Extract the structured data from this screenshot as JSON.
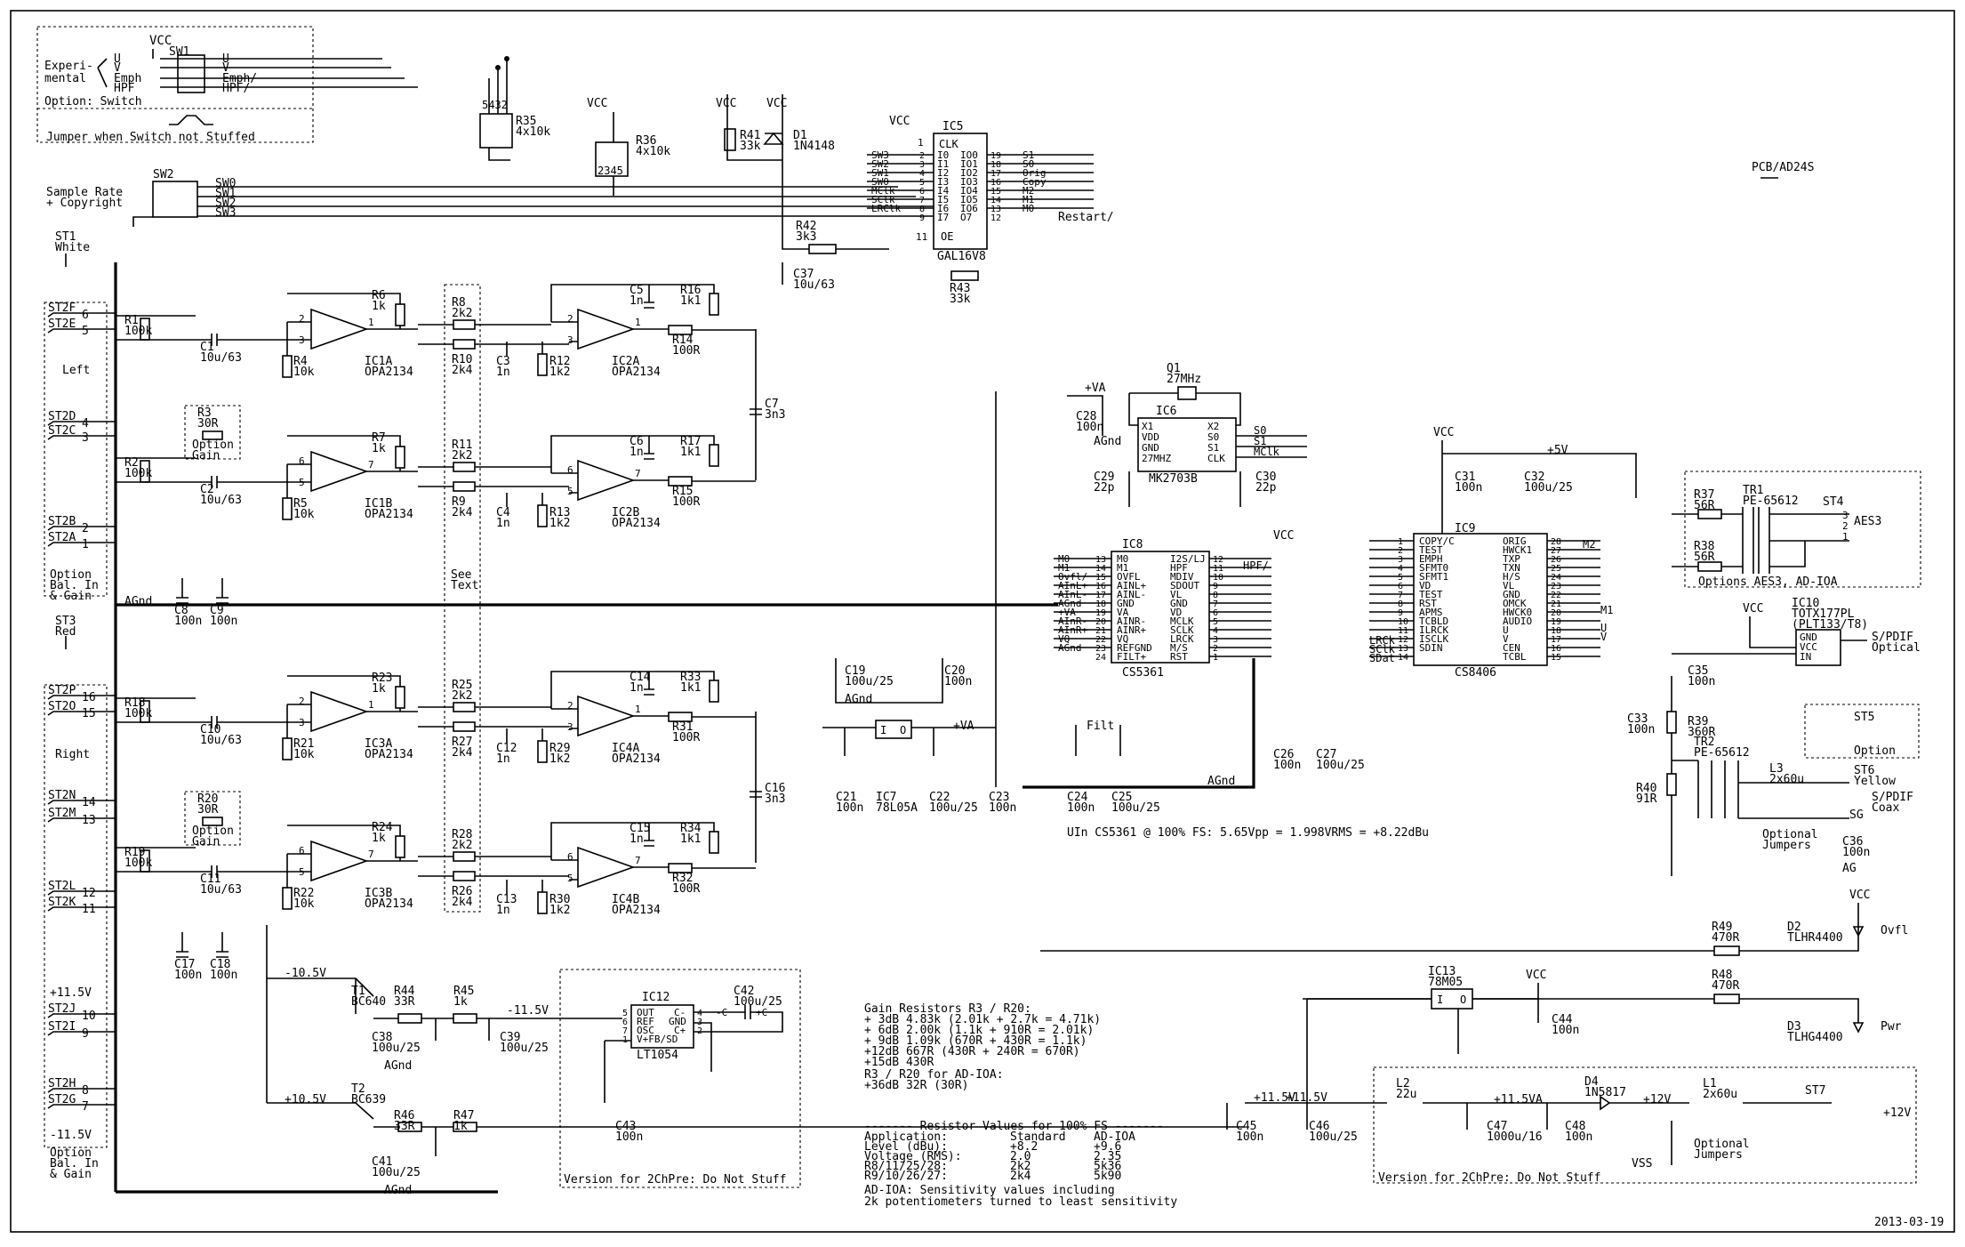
{
  "date": "2013-03-19",
  "board": "PCB/AD24S",
  "switch_block": {
    "vcc": "VCC",
    "name": "SW1",
    "label_exp1": "Experi-",
    "label_exp2": "mental",
    "pins": [
      "U",
      "V",
      "Emph",
      "HPF"
    ],
    "pins_r": [
      "U",
      "V",
      "Emph/",
      "HPF/"
    ],
    "option": "Option: Switch",
    "jumper": "Jumper when Switch not Stuffed"
  },
  "sample_rate": {
    "title1": "Sample Rate",
    "title2": "+ Copyright",
    "sw": "SW2",
    "lines": [
      "SW0",
      "SW1",
      "SW2",
      "SW3"
    ]
  },
  "resistor_arrays": {
    "r35": "R35",
    "r35v": "4x10k",
    "r35pins": "5432",
    "r36": "R36",
    "r36v": "4x10k",
    "r36pins": "2345"
  },
  "vcc_label": "VCC",
  "gal": {
    "name": "IC5",
    "part": "GAL16V8",
    "clk": "CLK",
    "oe": "OE",
    "left": [
      "SW3",
      "SW2",
      "SW1",
      "SW0",
      "MClk",
      "SClk",
      "LRClk"
    ],
    "lpins": [
      "2",
      "3",
      "4",
      "5",
      "6",
      "7",
      "8",
      "9"
    ],
    "io_in": [
      "I0",
      "I1",
      "I2",
      "I3",
      "I4",
      "I5",
      "I6",
      "I7"
    ],
    "io_out": [
      "IO0",
      "IO1",
      "IO2",
      "IO3",
      "IO4",
      "IO5",
      "IO6",
      "O7"
    ],
    "rpins": [
      "19",
      "18",
      "17",
      "16",
      "15",
      "14",
      "13",
      "12"
    ],
    "right": [
      "S1",
      "S0",
      "Orig",
      "Copy",
      "M2",
      "M1",
      "M0"
    ],
    "restart": "Restart/",
    "pin1": "1",
    "pin11": "11"
  },
  "misc_parts": {
    "r41": "R41",
    "r41v": "33k",
    "d1": "D1",
    "d1v": "1N4148",
    "r42": "R42",
    "r42v": "3k3",
    "r43": "R43",
    "r43v": "33k",
    "c37": "C37",
    "c37v": "10u/63"
  },
  "inputs": {
    "st1": "ST1",
    "white": "White",
    "st3": "ST3",
    "red": "Red",
    "left": "Left",
    "right": "Right",
    "opt_bal1": "Option",
    "opt_bal2": "Bal. In",
    "opt_bal3": "& Gain",
    "jacks": [
      {
        "name": "ST2F",
        "pin": "6"
      },
      {
        "name": "ST2E",
        "pin": "5"
      },
      {
        "name": "ST2D",
        "pin": "4"
      },
      {
        "name": "ST2C",
        "pin": "3"
      },
      {
        "name": "ST2B",
        "pin": "2"
      },
      {
        "name": "ST2A",
        "pin": "1"
      },
      {
        "name": "ST2P",
        "pin": "16"
      },
      {
        "name": "ST2O",
        "pin": "15"
      },
      {
        "name": "ST2N",
        "pin": "14"
      },
      {
        "name": "ST2M",
        "pin": "13"
      },
      {
        "name": "ST2L",
        "pin": "12"
      },
      {
        "name": "ST2K",
        "pin": "11"
      },
      {
        "name": "ST2J",
        "pin": "10"
      },
      {
        "name": "ST2I",
        "pin": "9"
      },
      {
        "name": "ST2H",
        "pin": "8"
      },
      {
        "name": "ST2G",
        "pin": "7"
      }
    ],
    "rail_p": "+11.5V",
    "rail_n": "-11.5V",
    "agnd": "AGnd"
  },
  "amps": [
    {
      "ic": "IC1A",
      "part": "OPA2134",
      "p1": "2",
      "p2": "3",
      "po": "1",
      "r_in": "R1",
      "r_in_v": "100k",
      "c_in": "C1",
      "c_in_v": "10u/63",
      "r_g": "R4",
      "r_g_v": "10k",
      "r_f": "R6",
      "r_f_v": "1k"
    },
    {
      "ic": "IC1B",
      "part": "OPA2134",
      "p1": "6",
      "p2": "5",
      "po": "7",
      "r_in": "R2",
      "r_in_v": "100k",
      "c_in": "C2",
      "c_in_v": "10u/63",
      "r_g": "R5",
      "r_g_v": "10k",
      "r_f": "R7",
      "r_f_v": "1k"
    },
    {
      "ic": "IC3A",
      "part": "OPA2134",
      "p1": "2",
      "p2": "3",
      "po": "1",
      "r_in": "R18",
      "r_in_v": "100k",
      "c_in": "C10",
      "c_in_v": "10u/63",
      "r_g": "R21",
      "r_g_v": "10k",
      "r_f": "R23",
      "r_f_v": "1k"
    },
    {
      "ic": "IC3B",
      "part": "OPA2134",
      "p1": "6",
      "p2": "5",
      "po": "7",
      "r_in": "R19",
      "r_in_v": "100k",
      "c_in": "C11",
      "c_in_v": "10u/63",
      "r_g": "R22",
      "r_g_v": "10k",
      "r_f": "R24",
      "r_f_v": "1k"
    }
  ],
  "opt_gain": [
    {
      "r": "R3",
      "v": "30R"
    },
    {
      "r": "R20",
      "v": "30R"
    }
  ],
  "opt_gain_lbl1": "Option",
  "opt_gain_lbl2": "Gain",
  "mid_res": [
    {
      "a": "R8",
      "av": "2k2",
      "b": "R10",
      "bv": "2k4"
    },
    {
      "a": "R11",
      "av": "2k2",
      "b": "R9",
      "bv": "2k4"
    },
    {
      "a": "R25",
      "av": "2k2",
      "b": "R27",
      "bv": "2k4"
    },
    {
      "a": "R28",
      "av": "2k2",
      "b": "R26",
      "bv": "2k4"
    }
  ],
  "see_text1": "See",
  "see_text2": "Text",
  "diff": [
    {
      "ic": "IC2A",
      "part": "OPA2134",
      "c_f": "C5",
      "c_f_v": "1n",
      "r_f": "R16",
      "r_f_v": "1k1",
      "r_o": "R14",
      "r_o_v": "100R",
      "c_g": "C3",
      "c_g_v": "1n",
      "r_g": "R12",
      "r_g_v": "1k2",
      "p1": "2",
      "p2": "3",
      "po": "1"
    },
    {
      "ic": "IC2B",
      "part": "OPA2134",
      "c_f": "C6",
      "c_f_v": "1n",
      "r_f": "R17",
      "r_f_v": "1k1",
      "r_o": "R15",
      "r_o_v": "100R",
      "c_g": "C4",
      "c_g_v": "1n",
      "r_g": "R13",
      "r_g_v": "1k2",
      "p1": "6",
      "p2": "5",
      "po": "7"
    },
    {
      "ic": "IC4A",
      "part": "OPA2134",
      "c_f": "C14",
      "c_f_v": "1n",
      "r_f": "R33",
      "r_f_v": "1k1",
      "r_o": "R31",
      "r_o_v": "100R",
      "c_g": "C12",
      "c_g_v": "1n",
      "r_g": "R29",
      "r_g_v": "1k2",
      "p1": "2",
      "p2": "3",
      "po": "1"
    },
    {
      "ic": "IC4B",
      "part": "OPA2134",
      "c_f": "C15",
      "c_f_v": "1n",
      "r_f": "R34",
      "r_f_v": "1k1",
      "r_o": "R32",
      "r_o_v": "100R",
      "c_g": "C13",
      "c_g_v": "1n",
      "r_g": "R30",
      "r_g_v": "1k2",
      "p1": "6",
      "p2": "5",
      "po": "7"
    }
  ],
  "shunt_caps": {
    "c7": "C7",
    "c7v": "3n3",
    "c16": "C16",
    "c16v": "3n3"
  },
  "decoup": [
    {
      "a": "C8",
      "av": "100n",
      "b": "C9",
      "bv": "100n"
    },
    {
      "a": "C17",
      "av": "100n",
      "b": "C18",
      "bv": "100n"
    }
  ],
  "regulators": {
    "t1": "T1",
    "t1v": "BC640",
    "t2": "T2",
    "t2v": "BC639",
    "m105": "-10.5V",
    "p105": "+10.5V",
    "m115": "-11.5V",
    "p115": "+11.5V",
    "r44": "R44",
    "r44v": "33R",
    "r45": "R45",
    "r45v": "1k",
    "r46": "R46",
    "r46v": "33R",
    "r47": "R47",
    "r47v": "1k",
    "c38": "C38",
    "c38v": "100u/25",
    "c39": "C39",
    "c39v": "100u/25",
    "c41": "C41",
    "c41v": "100u/25",
    "c43": "C43",
    "c43v": "100n"
  },
  "ic12": {
    "name": "IC12",
    "part": "LT1054",
    "pins": [
      "OUT",
      "REF",
      "OSC",
      "V+FB/SD"
    ],
    "rpins": [
      "C-",
      "GND",
      "C+"
    ],
    "lnums": [
      "5",
      "6",
      "7",
      "1"
    ],
    "rnums": [
      "4",
      "3",
      "2"
    ],
    "c42": "C42",
    "c42v": "100u/25",
    "cm": "-C",
    "cp": "+C",
    "note": "Version for 2ChPre: Do Not Stuff"
  },
  "osc": {
    "q1": "Q1",
    "q1v": "27MHz",
    "ic6": "IC6",
    "ic6p": "MK2703B",
    "pl": [
      "X1",
      "VDD",
      "GND",
      "27MHZ"
    ],
    "pr": [
      "X2",
      "S0",
      "S1",
      "CLK"
    ],
    "sig": [
      "S0",
      "S1",
      "MClk"
    ],
    "c28": "C28",
    "c28v": "100n",
    "c29": "C29",
    "c29v": "22p",
    "c30": "C30",
    "c30v": "22p",
    "va": "+VA",
    "agnd": "AGnd"
  },
  "adc": {
    "name": "IC8",
    "part": "CS5361",
    "left": [
      "M0",
      "M1",
      "Ovfl/",
      "AInL+",
      "AInL-",
      "AGnd",
      "+VA",
      "AInR-",
      "AInR+",
      "VQ",
      "AGnd"
    ],
    "lnums": [
      "13",
      "14",
      "15",
      "16",
      "17",
      "18",
      "19",
      "20",
      "21",
      "22",
      "23",
      "24"
    ],
    "inner_l": [
      "M0",
      "M1",
      "OVFL",
      "AINL+",
      "AINL-",
      "GND",
      "VA",
      "AINR-",
      "AINR+",
      "VQ",
      "REFGND",
      "FILT+"
    ],
    "inner_r": [
      "I2S/LJ",
      "HPF",
      "MDIV",
      "SDOUT",
      "VL",
      "GND",
      "VD",
      "MCLK",
      "SCLK",
      "LRCK",
      "M/S",
      "RST"
    ],
    "rnums": [
      "12",
      "11",
      "10",
      "9",
      "8",
      "7",
      "6",
      "5",
      "4",
      "3",
      "2",
      "1"
    ],
    "hpf": "HPF/",
    "vcc": "VCC"
  },
  "adc_caps": {
    "c19": "C19",
    "c19v": "100u/25",
    "c20": "C20",
    "c20v": "100n",
    "agnd": "AGnd",
    "c21": "C21",
    "c21v": "100n",
    "ic7": "IC7",
    "ic7v": "78L05A",
    "c22": "C22",
    "c22v": "100u/25",
    "c23": "C23",
    "c23v": "100n",
    "c24": "C24",
    "c24v": "100n",
    "c25": "C25",
    "c25v": "100u/25",
    "filt": "Filt",
    "va": "+VA",
    "agnd2": "AGnd",
    "c26": "C26",
    "c26v": "100n",
    "c27": "C27",
    "c27v": "100u/25",
    "ic7_i": "I",
    "ic7_o": "O"
  },
  "uin_note": "UIn CS5361 @ 100% FS: 5.65Vpp = 1.998VRMS = +8.22dBu",
  "tx": {
    "name": "IC9",
    "part": "CS8406",
    "vcc": "VCC",
    "p5v": "+5V",
    "left": [
      "COPY/C",
      "TEST",
      "EMPH",
      "SFMT0",
      "SFMT1",
      "VD",
      "TEST",
      "RST",
      "APMS",
      "TCBLD",
      "ILRCK",
      "ISCLK",
      "SDIN"
    ],
    "lnums": [
      "1",
      "2",
      "3",
      "4",
      "5",
      "6",
      "7",
      "8",
      "9",
      "10",
      "11",
      "12",
      "13",
      "14"
    ],
    "right": [
      "ORIG",
      "HWCK1",
      "TXP",
      "TXN",
      "H/S",
      "VL",
      "GND",
      "OMCK",
      "HWCK0",
      "AUDIO",
      "U",
      "V",
      "CEN",
      "TCBL"
    ],
    "rnums": [
      "28",
      "27",
      "26",
      "25",
      "24",
      "23",
      "22",
      "21",
      "20",
      "19",
      "18",
      "17",
      "16",
      "15"
    ],
    "sig_in": [
      "LRCk",
      "SClk",
      "SDat"
    ],
    "m2": "M2",
    "m1": "M1",
    "u": "U",
    "v": "V",
    "c31": "C31",
    "c31v": "100n",
    "c32": "C32",
    "c32v": "100u/25",
    "c33": "C33",
    "c33v": "100n"
  },
  "aes": {
    "tr1": "TR1",
    "tr1v": "PE-65612",
    "r37": "R37",
    "r37v": "56R",
    "r38": "R38",
    "r38v": "56R",
    "st4": "ST4",
    "aes3": "AES3",
    "options": "Options AES3, AD-IOA",
    "pins": [
      "3",
      "2",
      "1"
    ]
  },
  "optical": {
    "ic10": "IC10",
    "part": "TOTX177PL",
    "alt": "(PLT133/T8)",
    "pins": [
      "GND",
      "VCC",
      "IN"
    ],
    "label": "S/PDIF",
    "label2": "Optical",
    "vcc": "VCC",
    "c35": "C35",
    "c35v": "100n"
  },
  "coax": {
    "r39": "R39",
    "r39v": "360R",
    "r40": "R40",
    "r40v": "91R",
    "tr2": "TR2",
    "tr2v": "PE-65612",
    "l3": "L3",
    "l3v": "2x60u",
    "st5": "ST5",
    "option": "Option",
    "st6": "ST6",
    "yellow": "Yellow",
    "label": "S/PDIF",
    "label2": "Coax",
    "sg": "SG",
    "c36": "C36",
    "c36v": "100n",
    "ag": "AG",
    "jumpers1": "Optional",
    "jumpers2": "Jumpers"
  },
  "leds": {
    "vcc": "VCC",
    "r49": "R49",
    "r49v": "470R",
    "d2": "D2",
    "d2v": "TLHR4400",
    "ovfl": "Ovfl",
    "r48": "R48",
    "r48v": "470R",
    "d3": "D3",
    "d3v": "TLHG4400",
    "pwr": "Pwr"
  },
  "psu": {
    "ic13": "IC13",
    "ic13v": "78M05",
    "vcc": "VCC",
    "c44": "C44",
    "c44v": "100n",
    "c45": "C45",
    "c45v": "100n",
    "c46": "C46",
    "c46v": "100u/25",
    "p115": "+11.5V",
    "l2": "L2",
    "l2v": "22u",
    "p115va": "+11.5VA",
    "d4": "D4",
    "d4v": "1N5817",
    "p12": "+12V",
    "l1": "L1",
    "l1v": "2x60u",
    "st7": "ST7",
    "p12v": "+12V",
    "c47": "C47",
    "c47v": "1000u/16",
    "c48": "C48",
    "c48v": "100n",
    "vss": "VSS",
    "jumpers1": "Optional",
    "jumpers2": "Jumpers",
    "note": "Version for 2ChPre: Do Not Stuff",
    "ic13_i": "I",
    "ic13_o": "O"
  },
  "gain_notes": {
    "title": "Gain Resistors R3 / R20:",
    "lines": [
      "+ 3dB 4.83k (2.01k + 2.7k = 4.71k)",
      "+ 6dB 2.00k (1.1k + 910R = 2.01k)",
      "+ 9dB 1.09k (670R + 430R = 1.1k)",
      "+12dB 667R  (430R + 240R = 670R)",
      "+15dB 430R"
    ],
    "ioa1": "R3 / R20 for AD-IOA:",
    "ioa2": "+36dB  32R  (30R)"
  },
  "resistor_table": {
    "title": "------- Resistor Values for 100% FS -------",
    "rows": [
      [
        "Application:",
        "Standard",
        "AD-IOA"
      ],
      [
        "Level (dBu):",
        "+8.2",
        "+9.6"
      ],
      [
        "Voltage (RMS):",
        "2.0",
        "2.35"
      ],
      [
        "R8/11/25/28:",
        "2k2",
        "5k36"
      ],
      [
        "R9/10/26/27:",
        "2k4",
        "5k90"
      ]
    ],
    "note1": "AD-IOA: Sensitivity values including",
    "note2": "2k potentiometers turned to least sensitivity"
  }
}
